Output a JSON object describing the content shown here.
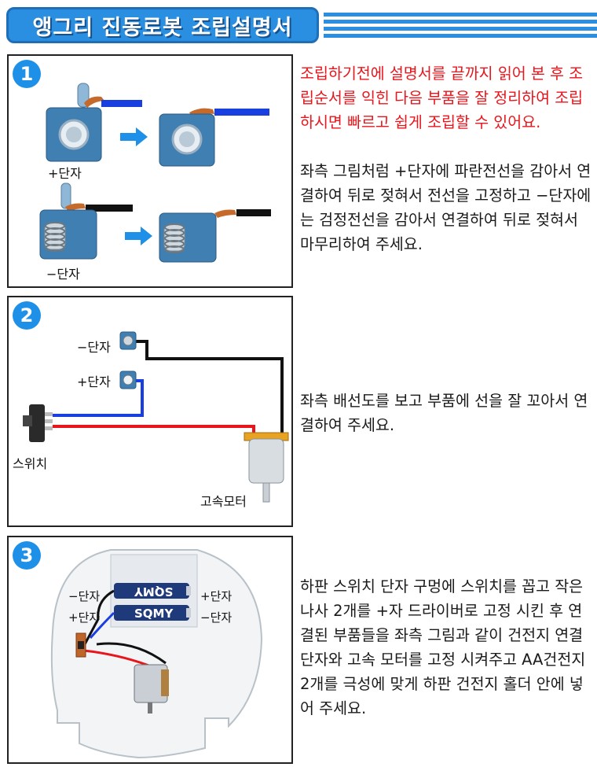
{
  "header": {
    "title": "앵그리 진동로봇 조립설명서",
    "accent_color": "#2a8fe0"
  },
  "steps": [
    {
      "number": "1",
      "labels": {
        "plus_terminal": "+단자",
        "minus_terminal": "−단자"
      },
      "desc_red": "조립하기전에 설명서를 끝까지 읽어 본 후 조립순서를 익힌 다음 부품을 잘 정리하여 조립하시면 빠르고 쉽게 조립할 수 있어요.",
      "desc": "좌측 그림처럼 +단자에 파란전선을 감아서 연결하여 뒤로 젖혀서 전선을 고정하고 −단자에는 검정전선을 감아서 연결하여 뒤로 젖혀서 마무리하여 주세요."
    },
    {
      "number": "2",
      "labels": {
        "minus_terminal": "−단자",
        "plus_terminal": "+단자",
        "switch": "스위치",
        "motor": "고속모터"
      },
      "desc": "좌측 배선도를 보고 부품에 선을 잘 꼬아서 연결하여 주세요."
    },
    {
      "number": "3",
      "labels": {
        "minus_left": "−단자",
        "plus_left": "+단자",
        "plus_right": "+단자",
        "minus_right": "−단자",
        "battery_brand": "SQMY"
      },
      "desc": "하판 스위치 단자 구멍에 스위치를 꼽고 작은 나사 2개를 +자 드라이버로 고정 시킨 후 연결된 부품들을 좌측 그림과 같이 건전지 연결단자와 고속 모터를 고정 시켜주고 AA건전지 2개를 극성에 맞게 하판 건전지 홀더 안에 넣어 주세요."
    }
  ],
  "colors": {
    "blue_wire": "#1a3fe0",
    "red_wire": "#e8161c",
    "black_wire": "#111111",
    "step_badge": "#1e90e8"
  }
}
